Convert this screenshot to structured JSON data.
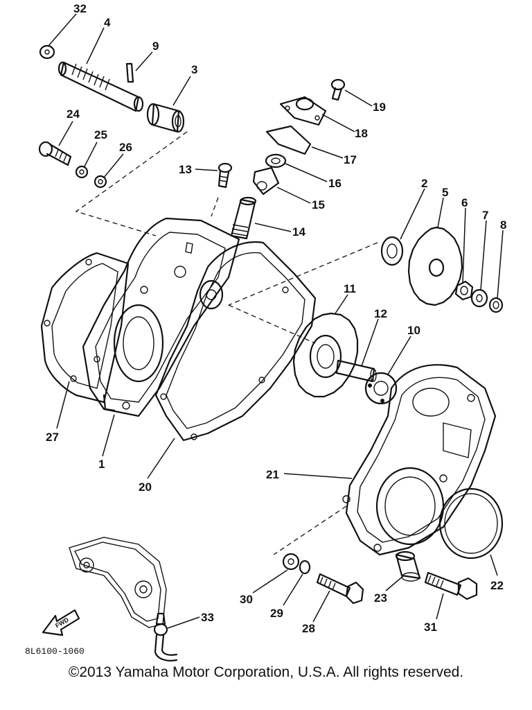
{
  "diagram": {
    "part_numbers": [
      "32",
      "4",
      "9",
      "3",
      "24",
      "25",
      "26",
      "13",
      "19",
      "18",
      "17",
      "16",
      "15",
      "14",
      "2",
      "5",
      "6",
      "7",
      "8",
      "11",
      "12",
      "10",
      "27",
      "1",
      "20",
      "21",
      "22",
      "30",
      "29",
      "28",
      "23",
      "31",
      "33"
    ],
    "reference_code": "8L6100-1060",
    "fwd_label": "FWD"
  },
  "footer": {
    "copyright": "©2013 Yamaha Motor Corporation, U.S.A. All rights reserved."
  }
}
